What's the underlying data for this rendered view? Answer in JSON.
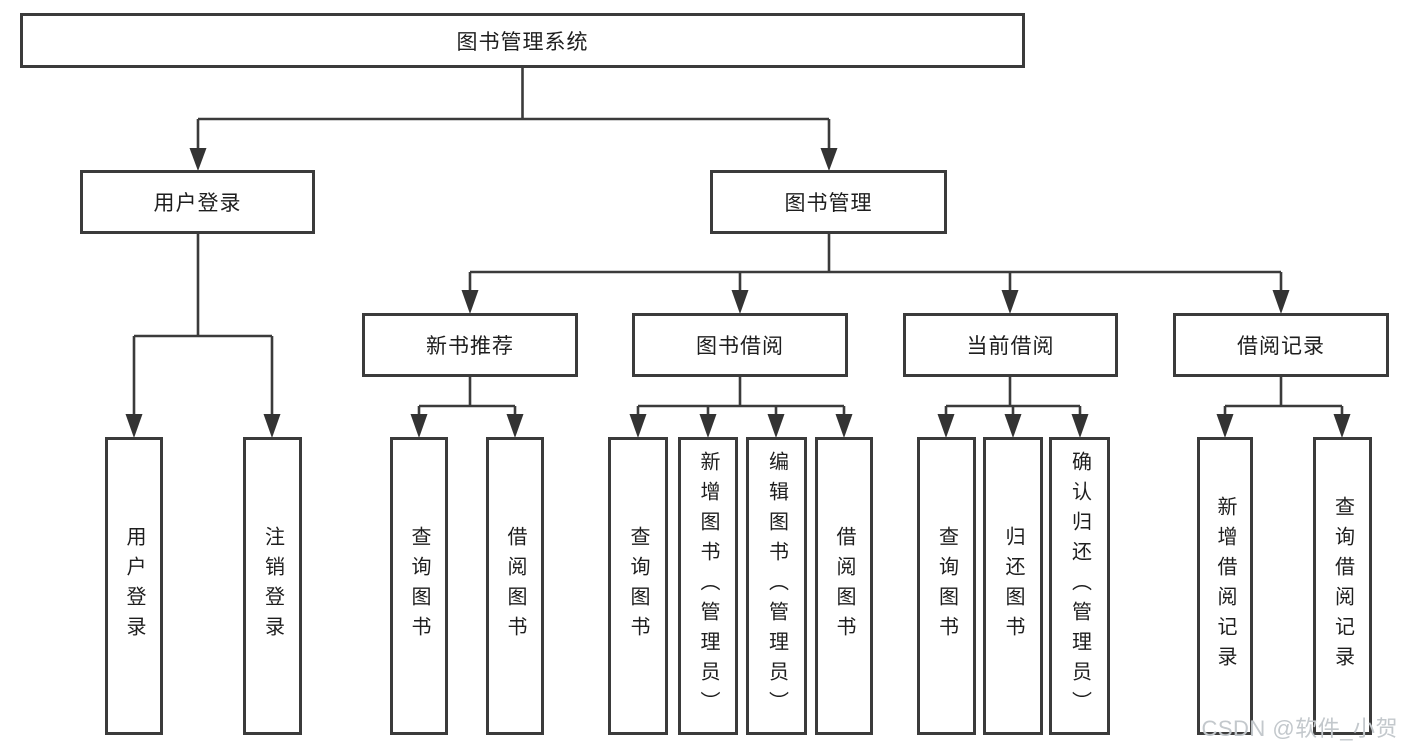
{
  "diagram": {
    "title": "图书管理系统",
    "level2": {
      "user_login": "用户登录",
      "book_management": "图书管理"
    },
    "level3": {
      "new_book_recommend": "新书推荐",
      "book_borrow": "图书借阅",
      "current_borrow": "当前借阅",
      "borrow_records": "借阅记录"
    },
    "leaves": {
      "user_login": [
        "用户登录",
        "注销登录"
      ],
      "new_book": [
        "查询图书",
        "借阅图书"
      ],
      "book_borrow": [
        "查询图书",
        "新增图书（管理员）",
        "编辑图书（管理员）",
        "借阅图书"
      ],
      "current_borrow": [
        "查询图书",
        "归还图书",
        "确认归还（管理员）"
      ],
      "borrow_record": [
        "新增借阅记录",
        "查询借阅记录"
      ]
    },
    "watermark": "CSDN @软件_小贺同学",
    "colors": {
      "line": "#3b3b3b",
      "text": "#1e1e1e",
      "background": "#ffffff",
      "watermark": "#c3c8cc"
    }
  }
}
